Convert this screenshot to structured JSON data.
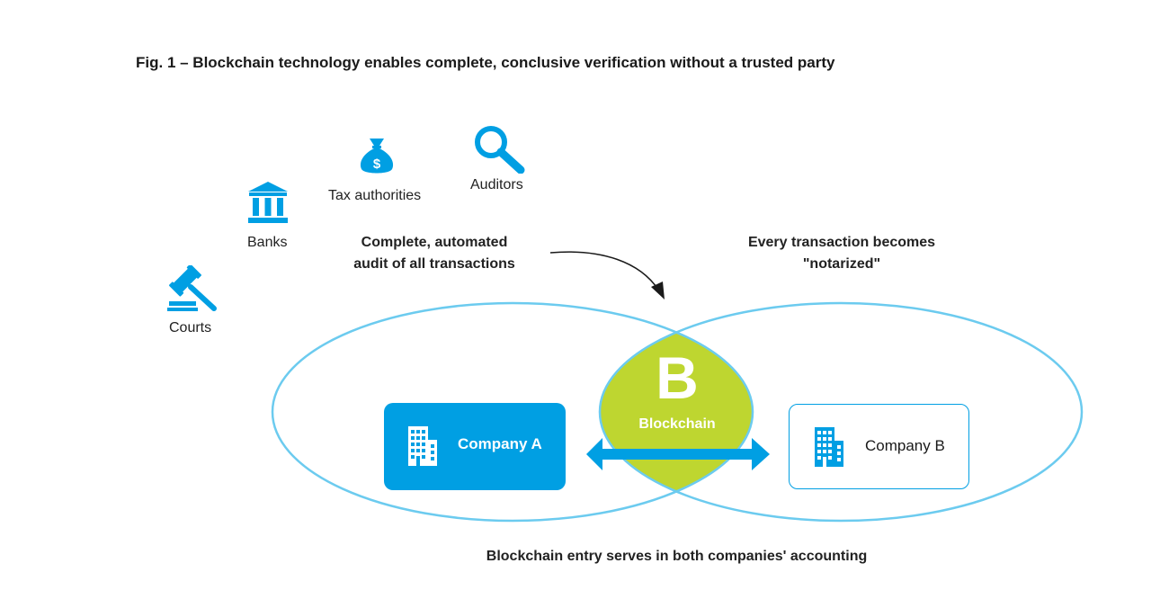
{
  "title": "Fig. 1 – Blockchain technology enables complete, conclusive verification without a trusted party",
  "parties": {
    "tax": "Tax authorities",
    "auditors": "Auditors",
    "banks": "Banks",
    "courts": "Courts"
  },
  "annotations": {
    "audit_line1": "Complete, automated",
    "audit_line2": "audit of all transactions",
    "notarized_line1": "Every transaction becomes",
    "notarized_line2": "\"notarized\"",
    "footer": "Blockchain entry serves in both companies' accounting"
  },
  "blockchain": {
    "letter": "B",
    "label": "Blockchain"
  },
  "companies": {
    "a": "Company A",
    "b": "Company B"
  },
  "colors": {
    "accent_blue": "#009fe3",
    "ellipse_blue": "#6ccbef",
    "blockchain_green": "#bed630"
  },
  "icons": {
    "tax": "money-bag-icon",
    "auditors": "magnifier-icon",
    "banks": "bank-icon",
    "courts": "gavel-icon",
    "company_a": "building-icon",
    "company_b": "building-icon",
    "link": "double-arrow-icon",
    "pointer": "curved-arrow-icon"
  }
}
